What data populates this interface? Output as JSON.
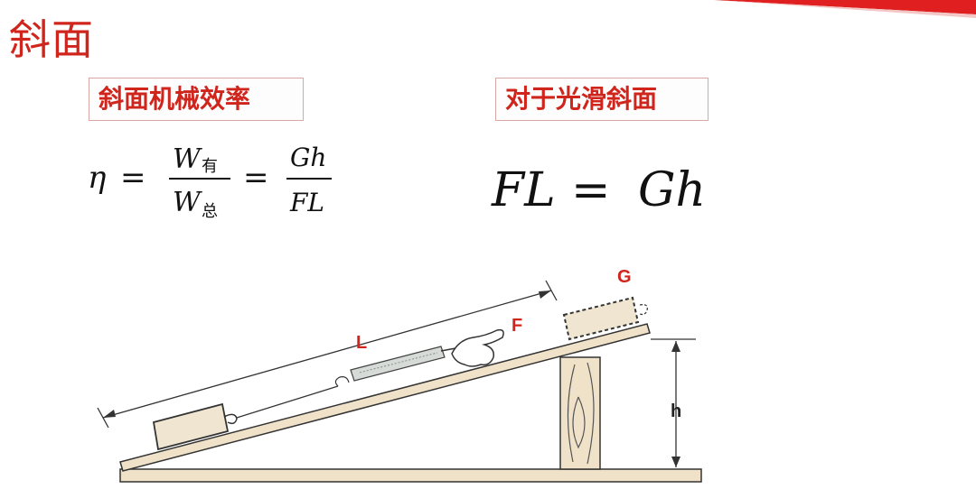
{
  "title": "斜面",
  "labels": {
    "efficiency": "斜面机械效率",
    "smooth_incline": "对于光滑斜面"
  },
  "formula_left": {
    "eta": "η",
    "equals": "=",
    "numerator_W": "W",
    "numerator_sub": "有",
    "denominator_W": "W",
    "denominator_sub": "总",
    "ratio_numerator": "Gh",
    "ratio_denominator": "FL"
  },
  "formula_right": {
    "lhs": "FL",
    "equals": "=",
    "rhs": "Gh"
  },
  "diagram": {
    "length_label": "L",
    "force_label": "F",
    "weight_label": "G",
    "height_label": "h"
  },
  "colors": {
    "accent": "#d0251c",
    "board": "#f0e2c8",
    "box": "#efe5d0"
  }
}
